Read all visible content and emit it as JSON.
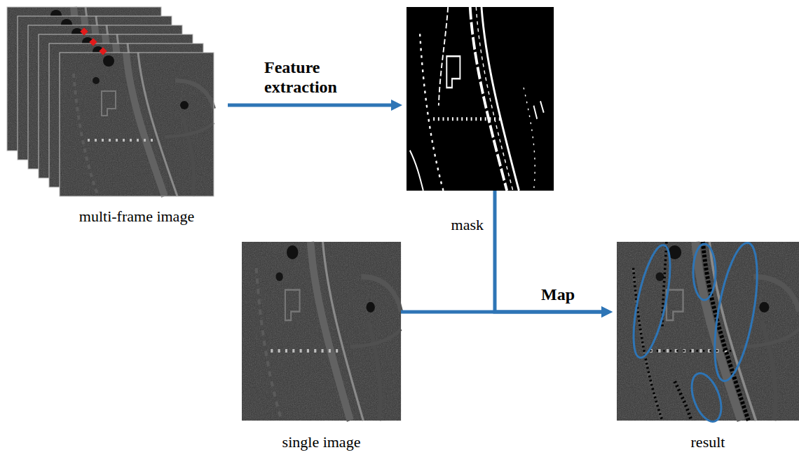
{
  "diagram": {
    "nodes": [
      {
        "text": [
          "multi-frame image"
        ]
      },
      {
        "text": [
          "mask"
        ]
      },
      {
        "text": [
          "single image"
        ]
      },
      {
        "text": [
          "result"
        ]
      }
    ],
    "edges": [
      {
        "from": 0,
        "to": 1,
        "arrow": "to",
        "label": "Feature extraction"
      },
      {
        "from": 1,
        "to": 3,
        "arrow": "to"
      },
      {
        "from": 2,
        "to": 3,
        "arrow": "to",
        "label": "Map"
      }
    ]
  }
}
